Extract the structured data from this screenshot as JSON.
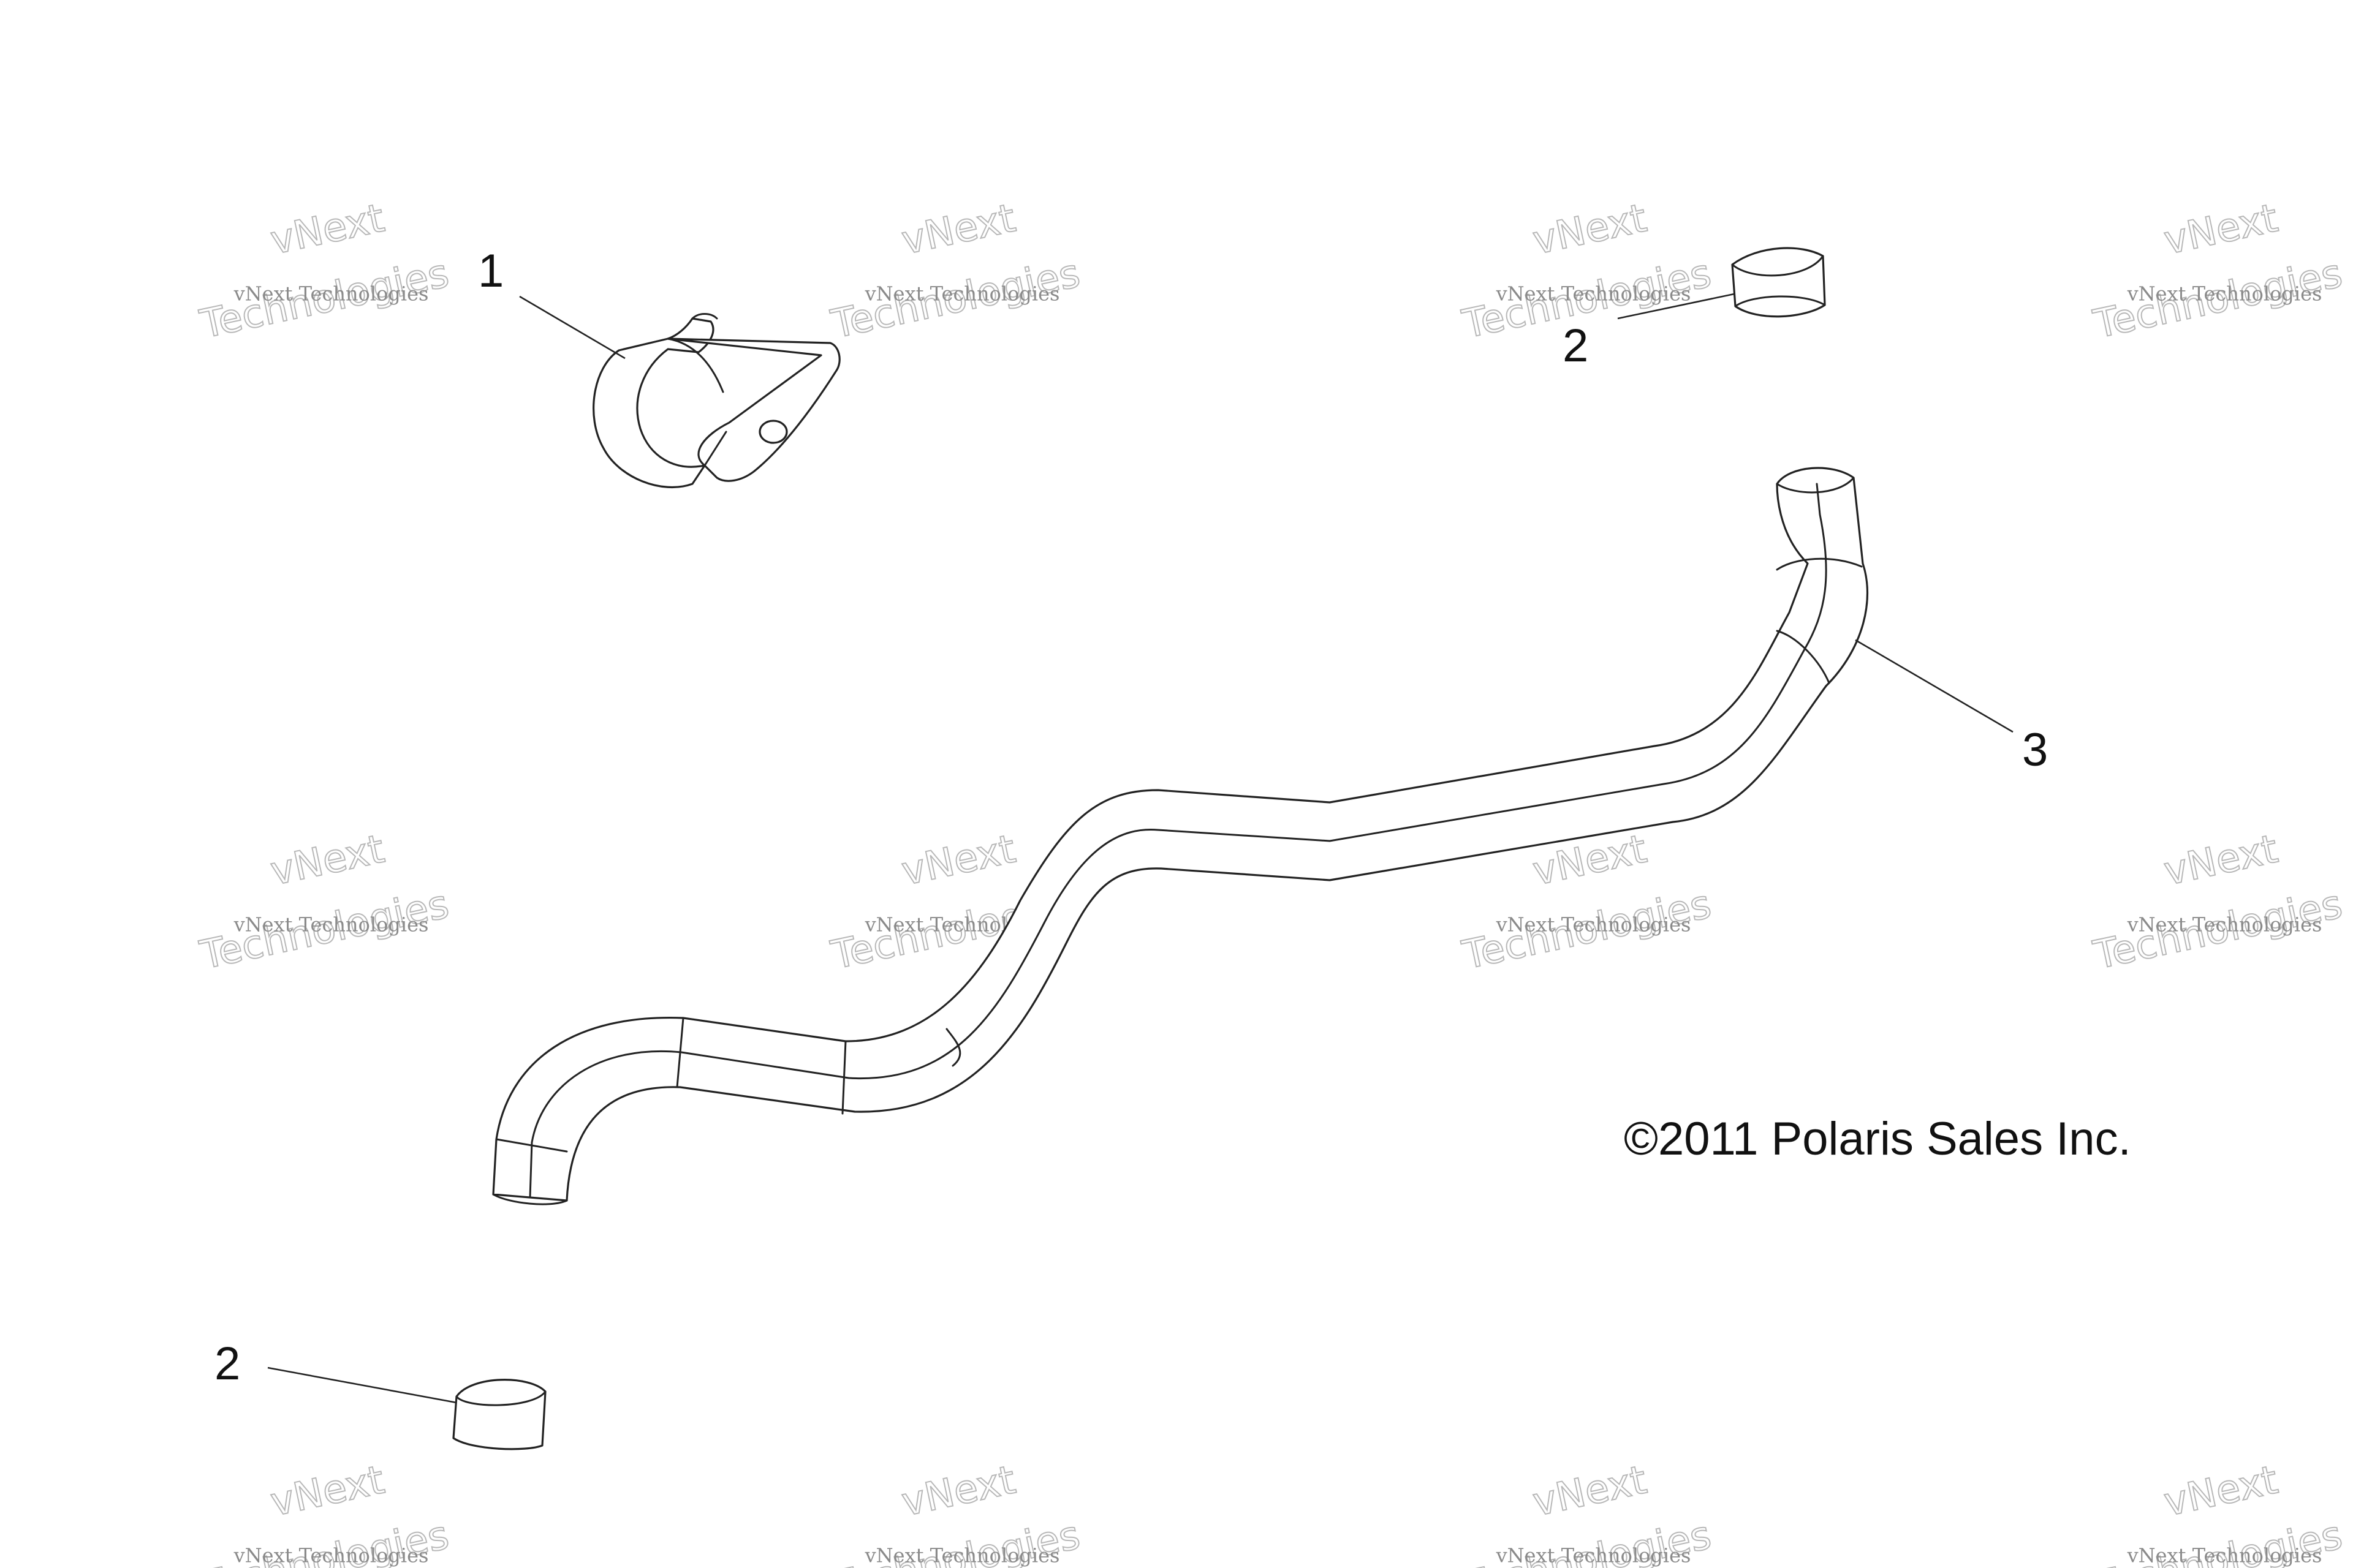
{
  "diagram": {
    "callouts": {
      "clamp": "1",
      "sleeve_top": "2",
      "hose": "3",
      "sleeve_bottom": "2"
    },
    "copyright": "©2011 Polaris Sales Inc.",
    "watermark": {
      "line1": "vNext Technologies",
      "line2": "vNext",
      "line3": "Technologies"
    }
  }
}
